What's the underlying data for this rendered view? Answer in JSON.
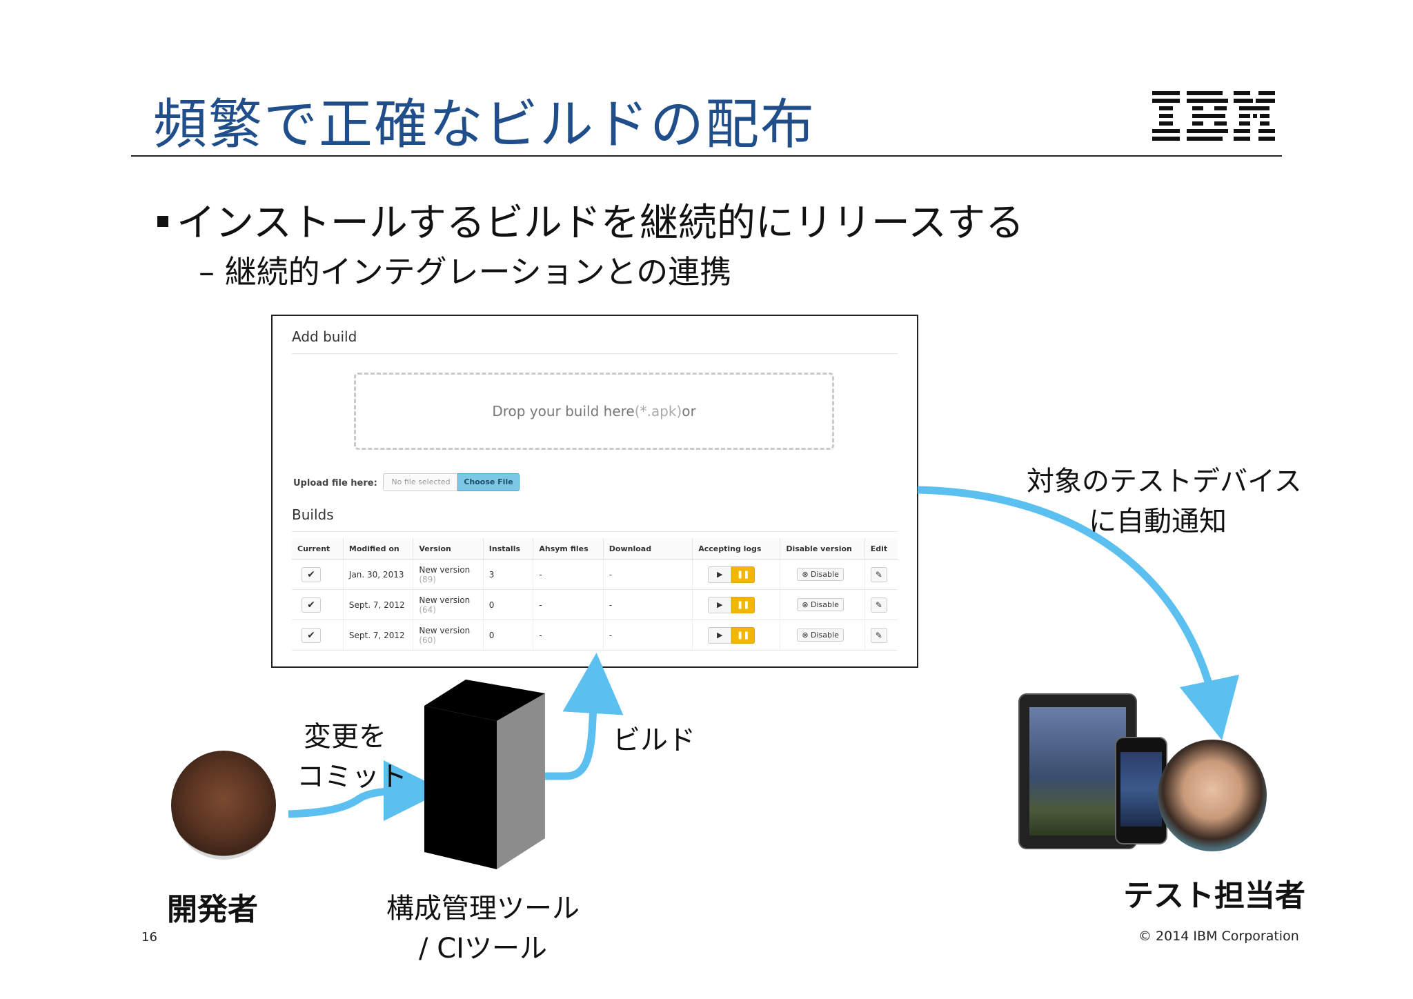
{
  "slide": {
    "title": "頻繁で正確なビルドの配布",
    "logo": "IBM",
    "bullet_main": "インストールするビルドを継続的にリリースする",
    "bullet_sub": "– 継続的インテグレーションとの連携",
    "page_number": "16",
    "copyright": "© 2014 IBM Corporation"
  },
  "panel": {
    "add_build_heading": "Add build",
    "dropzone_text": "Drop your build here ",
    "dropzone_hint": "(*.apk)",
    "dropzone_or": " or",
    "upload_label": "Upload file here:",
    "file_placeholder": "No file selected",
    "choose_file_label": "Choose File",
    "builds_heading": "Builds",
    "columns": [
      "Current",
      "Modified on",
      "Version",
      "Installs",
      "Ahsym files",
      "Download",
      "Accepting logs",
      "Disable version",
      "Edit"
    ],
    "rows": [
      {
        "modified": "Jan. 30, 2013",
        "version": "New version",
        "version_num": "(89)",
        "installs": "3",
        "files": "-",
        "download": "-",
        "disable_label": "Disable"
      },
      {
        "modified": "Sept. 7, 2012",
        "version": "New version",
        "version_num": "(64)",
        "installs": "0",
        "files": "-",
        "download": "-",
        "disable_label": "Disable"
      },
      {
        "modified": "Sept. 7, 2012",
        "version": "New version",
        "version_num": "(60)",
        "installs": "0",
        "files": "-",
        "download": "-",
        "disable_label": "Disable"
      }
    ]
  },
  "diagram": {
    "commit_label_1": "変更を",
    "commit_label_2": "コミット",
    "build_label": "ビルド",
    "notify_label_1": "対象のテストデバイス",
    "notify_label_2": "に自動通知",
    "developer_label": "開発者",
    "tool_label_1": "構成管理ツール",
    "tool_label_2": "/ CIツール",
    "tester_label": "テスト担当者"
  },
  "colors": {
    "title_blue": "#1f4e8a",
    "arrow_blue": "#5bbff0",
    "pause_yellow": "#f2b705"
  }
}
